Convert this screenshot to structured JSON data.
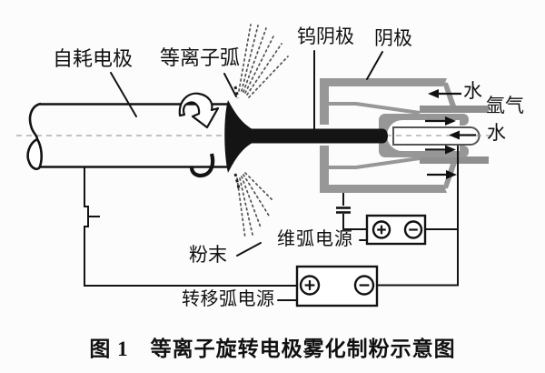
{
  "figure": {
    "caption": "图 1　等离子旋转电极雾化制粉示意图"
  },
  "labels": {
    "consumable_electrode": "自耗电极",
    "plasma_arc": "等离子弧",
    "tungsten_cathode": "钨阴极",
    "cathode": "阴极",
    "water_in": "水",
    "argon_gas": "氩气",
    "water_out": "水",
    "powder": "粉末",
    "pilot_arc_supply": "维弧电源",
    "transfer_arc_supply": "转移弧电源"
  },
  "colors": {
    "background": "#fcfcfc",
    "ink": "#151515",
    "metal_gray": "#979797"
  }
}
